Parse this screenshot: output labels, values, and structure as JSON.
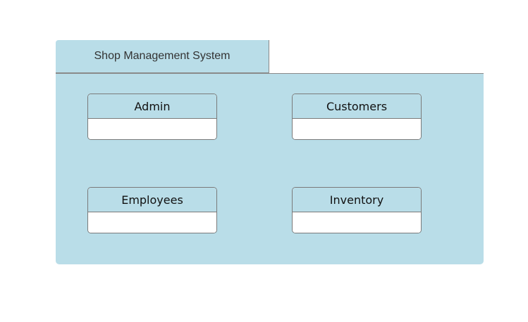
{
  "package": {
    "title": "Shop Management System"
  },
  "classes": [
    {
      "name": "Admin"
    },
    {
      "name": "Customers"
    },
    {
      "name": "Employees"
    },
    {
      "name": "Inventory"
    }
  ],
  "colors": {
    "fill": "#b9dde8",
    "border": "#7a7a7a",
    "background": "#ffffff"
  }
}
